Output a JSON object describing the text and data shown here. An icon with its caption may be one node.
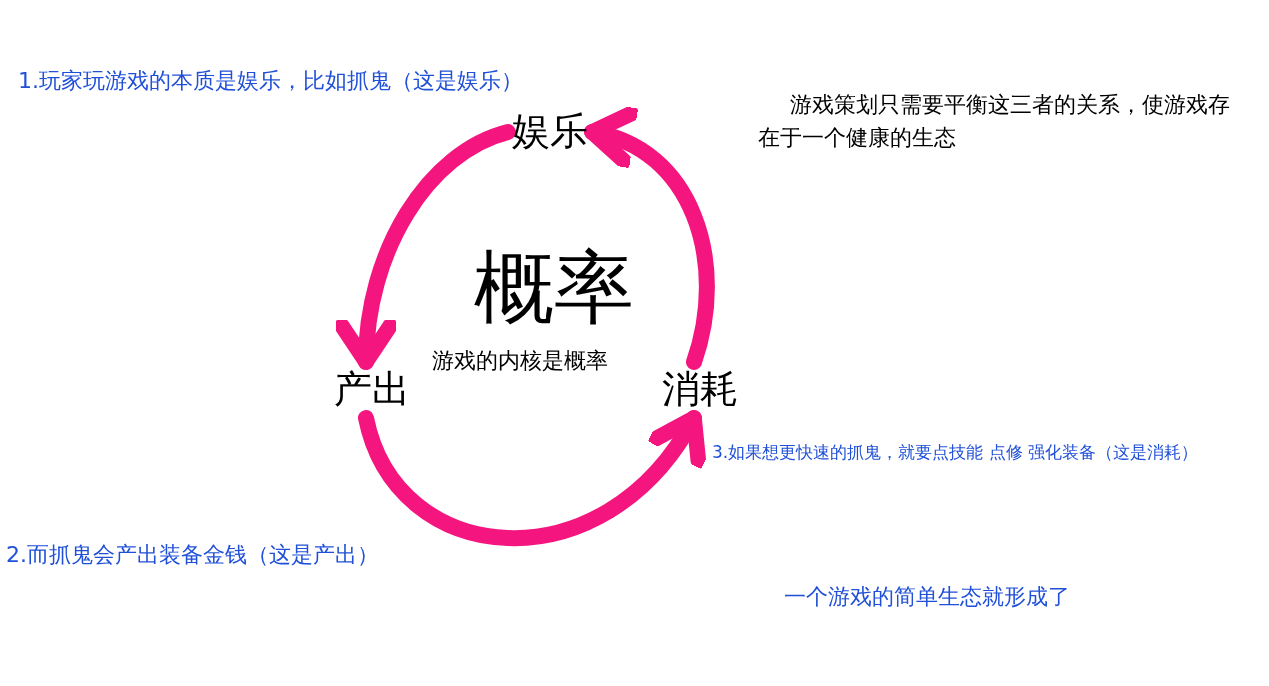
{
  "diagram": {
    "nodes": [
      {
        "text": [
          "娱乐"
        ]
      },
      {
        "text": [
          "产出"
        ]
      },
      {
        "text": [
          "消耗"
        ]
      }
    ],
    "edges": [
      {
        "from": 0,
        "to": 1,
        "arrow": "to"
      },
      {
        "from": 1,
        "to": 2,
        "arrow": "to"
      },
      {
        "from": 2,
        "to": 0,
        "arrow": "to"
      }
    ],
    "labels": [
      "1.玩家玩游戏的本质是娱乐，比如抓鬼（这是娱乐）",
      "游戏策划只需要平衡这三者的关系，使游戏存在于一个健康的生态",
      "概率",
      "游戏的内核是概率",
      "3.如果想更快速的抓鬼，就要点技能 点修 强化装备（这是消耗）",
      "2.而抓鬼会产出装备金钱（这是产出）",
      "一个游戏的简单生态就形成了"
    ]
  }
}
